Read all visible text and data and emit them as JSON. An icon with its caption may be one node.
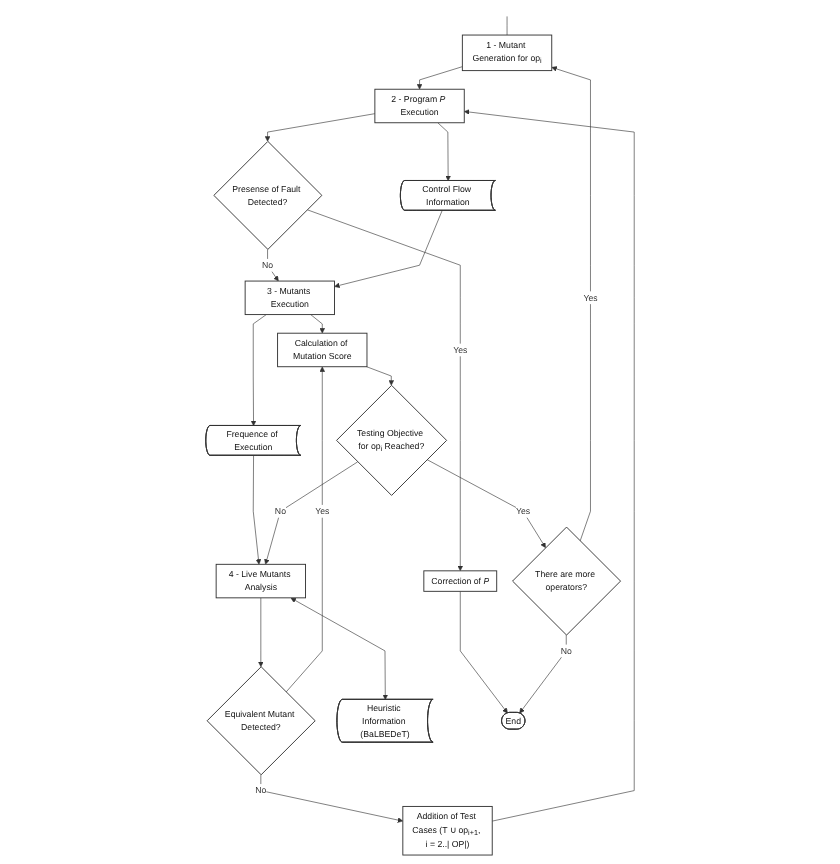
{
  "diagram": {
    "nodes": [
      {
        "text": [
          "1 - Mutant Generation for op$_{i}$"
        ]
      },
      {
        "text": [
          "2 - Program *P* Execution"
        ]
      },
      {
        "text": [
          "Addition of Test Cases (T ∪ op$_{i+1}$, i = 2..| OP|)"
        ]
      },
      {
        "text": [
          "Presense of Fault Detected?"
        ]
      },
      {
        "text": [
          "Control Flow Information"
        ]
      },
      {
        "text": [
          "Correction of *P*"
        ]
      },
      {
        "text": [
          "3 - Mutants Execution"
        ]
      },
      {
        "text": [
          "Frequence of Execution"
        ]
      },
      {
        "text": [
          "Calculation of Mutation Score"
        ]
      },
      {
        "text": [
          "Testing Objective for op$_{i}$ Reached?"
        ]
      },
      {
        "text": [
          "4 - Live Mutants Analysis"
        ]
      },
      {
        "text": [
          "Equivalent Mutant Detected?"
        ]
      },
      {
        "text": [
          "Heuristic Information (BaLBEDeT)"
        ]
      },
      {
        "text": [
          "There are more operators?"
        ]
      },
      {
        "text": [
          "End"
        ]
      }
    ],
    "edges": [
      {
        "from": null,
        "to": 0,
        "arrow": "none"
      },
      {
        "from": 0,
        "to": 1,
        "arrow": "to"
      },
      {
        "from": 2,
        "to": 1,
        "arrow": "to"
      },
      {
        "from": 1,
        "to": 3,
        "arrow": "to"
      },
      {
        "from": 1,
        "to": 4,
        "arrow": "to"
      },
      {
        "from": 3,
        "to": 5,
        "arrow": "to",
        "label": "Yes"
      },
      {
        "from": 3,
        "to": 6,
        "arrow": "to",
        "label": "No"
      },
      {
        "from": 4,
        "to": 6,
        "arrow": "to"
      },
      {
        "from": 11,
        "to": 2,
        "arrow": "to",
        "label": "No"
      },
      {
        "from": 13,
        "to": 0,
        "arrow": "to",
        "label": "Yes"
      },
      {
        "from": 5,
        "to": 14,
        "arrow": "to"
      },
      {
        "from": 6,
        "to": 8,
        "arrow": "to"
      },
      {
        "from": 6,
        "to": 7,
        "arrow": "to"
      },
      {
        "from": 7,
        "to": 10,
        "arrow": "to"
      },
      {
        "from": 11,
        "to": 8,
        "arrow": "to",
        "label": "Yes"
      },
      {
        "from": 8,
        "to": 9,
        "arrow": "to"
      },
      {
        "from": 9,
        "to": 10,
        "arrow": "to",
        "label": "No"
      },
      {
        "from": 10,
        "to": 11,
        "arrow": "to"
      },
      {
        "from": 10,
        "to": 12,
        "arrow": "both"
      },
      {
        "from": 9,
        "to": 13,
        "arrow": "to",
        "label": "Yes"
      },
      {
        "from": 13,
        "to": 14,
        "arrow": "to",
        "label": "No"
      }
    ]
  }
}
